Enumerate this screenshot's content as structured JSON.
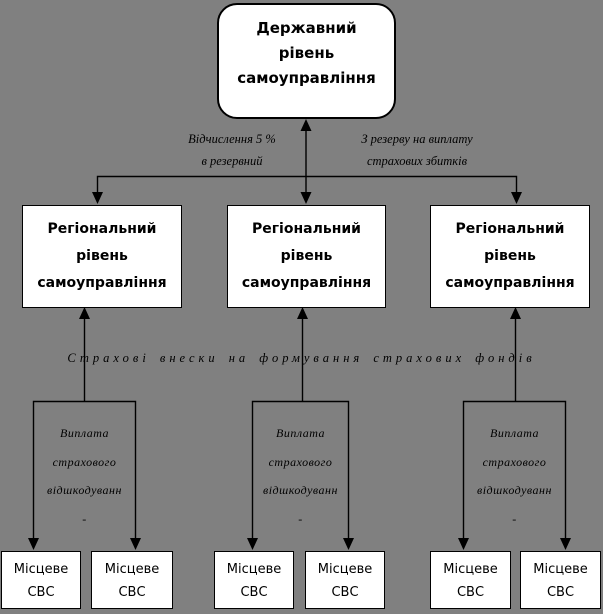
{
  "colors": {
    "background": "#808080",
    "box_fill": "#ffffff",
    "line": "#000000"
  },
  "top_box": {
    "lines": [
      "Державний",
      "рівень",
      "самоуправління"
    ]
  },
  "flow_labels": {
    "reserve_deduction": {
      "line1": "Відчислення 5 %",
      "line2": "в резервний"
    },
    "reserve_payout": {
      "line1": "З резерву на виплату",
      "line2": "страхових збитків"
    },
    "contributions": "Страхові внески на формування страхових фондів"
  },
  "regional_boxes": [
    {
      "lines": [
        "Регіональний",
        "рівень",
        "самоуправління"
      ]
    },
    {
      "lines": [
        "Регіональний",
        "рівень",
        "самоуправління"
      ]
    },
    {
      "lines": [
        "Регіональний",
        "рівень",
        "самоуправління"
      ]
    }
  ],
  "payout_labels": [
    {
      "lines": [
        "Виплата",
        "страхового",
        "відшкодуванн",
        "-"
      ]
    },
    {
      "lines": [
        "Виплата",
        "страхового",
        "відшкодуванн",
        "-"
      ]
    },
    {
      "lines": [
        "Виплата",
        "страхового",
        "відшкодуванн",
        "-"
      ]
    }
  ],
  "local_boxes": [
    {
      "line1": "Місцеве",
      "line2": "СВС"
    },
    {
      "line1": "Місцеве",
      "line2": "СВС"
    },
    {
      "line1": "Місцеве",
      "line2": "СВС"
    },
    {
      "line1": "Місцеве",
      "line2": "СВС"
    },
    {
      "line1": "Місцеве",
      "line2": "СВС"
    },
    {
      "line1": "Місцеве",
      "line2": "СВС"
    }
  ]
}
